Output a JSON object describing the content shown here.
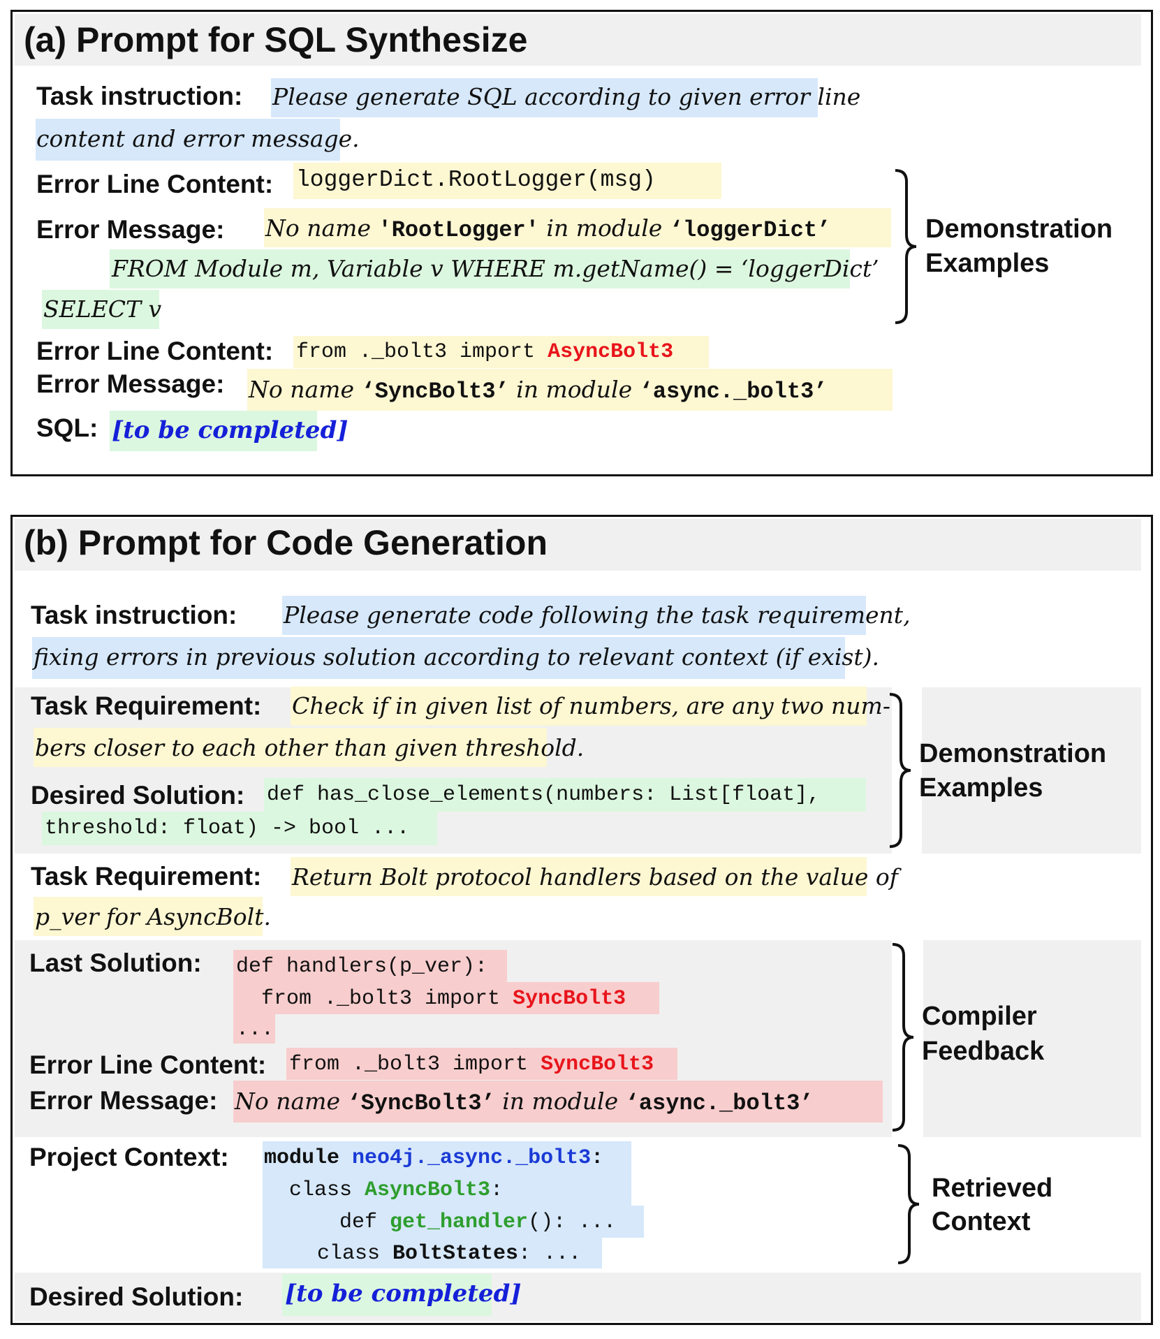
{
  "panel_a": {
    "title": "(a) Prompt for SQL Synthesize",
    "task_instruction_label": "Task instruction:",
    "task_instruction_line1": "Please generate SQL according to given error line",
    "task_instruction_line2": "content and error message.",
    "demo": {
      "error_line_label": "Error Line Content:",
      "error_line_code": "loggerDict.RootLogger(msg)",
      "error_message_label": "Error Message:",
      "msg_part1": "No name ",
      "msg_name": "'RootLogger'",
      "msg_part2": " in module ",
      "msg_module": "‘loggerDict’",
      "sql_line1": "FROM Module m, Variable v WHERE m.getName() = ‘loggerDict’",
      "sql_line2": "SELECT v"
    },
    "demo_side_label_line1": "Demonstration",
    "demo_side_label_line2": "Examples",
    "query": {
      "error_line_label": "Error Line Content:",
      "code_prefix": "from ._bolt3 import ",
      "code_highlight": "AsyncBolt3",
      "error_message_label": "Error Message:",
      "msg_part1": "No name ",
      "msg_name": "‘SyncBolt3’",
      "msg_part2": " in module ",
      "msg_module": "‘async._bolt3’",
      "sql_label": "SQL:",
      "sql_placeholder": "[to be completed]"
    }
  },
  "panel_b": {
    "title": "(b) Prompt for Code Generation",
    "task_instruction_label": "Task instruction:",
    "task_instruction_line1": "Please generate code following the task requirement,",
    "task_instruction_line2": "fixing errors in previous solution according to relevant context (if exist).",
    "demo": {
      "requirement_label": "Task Requirement:",
      "requirement_line1": "Check if in given list of numbers, are any two num-",
      "requirement_line2": "bers closer to each other than given threshold.",
      "solution_label": "Desired Solution:",
      "solution_line1": "def has_close_elements(numbers: List[float],",
      "solution_line2": "threshold: float) -> bool ..."
    },
    "demo_side_label_line1": "Demonstration",
    "demo_side_label_line2": "Examples",
    "task": {
      "requirement_label": "Task Requirement:",
      "requirement_line1": "Return Bolt protocol handlers based on the value of",
      "requirement_line2": "p_ver for AsyncBolt."
    },
    "feedback": {
      "last_solution_label": "Last Solution:",
      "code_line1": "def handlers(p_ver):",
      "code_line2_prefix": "  from ._bolt3 import ",
      "code_line2_highlight": "SyncBolt3",
      "code_line3": "...",
      "error_line_label": "Error Line Content:",
      "error_line_prefix": "from ._bolt3 import ",
      "error_line_highlight": "SyncBolt3",
      "error_message_label": "Error Message:",
      "msg_part1": "No name ",
      "msg_name": "‘SyncBolt3’",
      "msg_part2": " in module ",
      "msg_module": "‘async._bolt3’"
    },
    "feedback_side_label_line1": "Compiler",
    "feedback_side_label_line2": "Feedback",
    "context": {
      "label": "Project Context:",
      "line1_kw": "module ",
      "line1_name": "neo4j._async._bolt3",
      "line1_end": ":",
      "line2_kw": "  class ",
      "line2_name": "AsyncBolt3",
      "line2_end": ":",
      "line3_kw": "    def ",
      "line3_name": "get_handler",
      "line3_end": "(): ...",
      "line4_kw": "   class ",
      "line4_name": "BoltStates",
      "line4_end": ": ..."
    },
    "context_side_label_line1": "Retrieved",
    "context_side_label_line2": "Context",
    "desired_solution_label": "Desired Solution:",
    "desired_solution_placeholder": "[to be completed]"
  },
  "colors": {
    "instruction_bg": "#d6e8fa",
    "requirement_bg": "#fdf7d2",
    "solution_bg": "#dcf7df",
    "feedback_bg": "#f8cdcd",
    "section_bg": "#f0f0f0",
    "error_token": "#e8141b",
    "placeholder": "#1420d8",
    "context_module": "#1a3ad6",
    "context_symbol": "#2e9e2e"
  }
}
